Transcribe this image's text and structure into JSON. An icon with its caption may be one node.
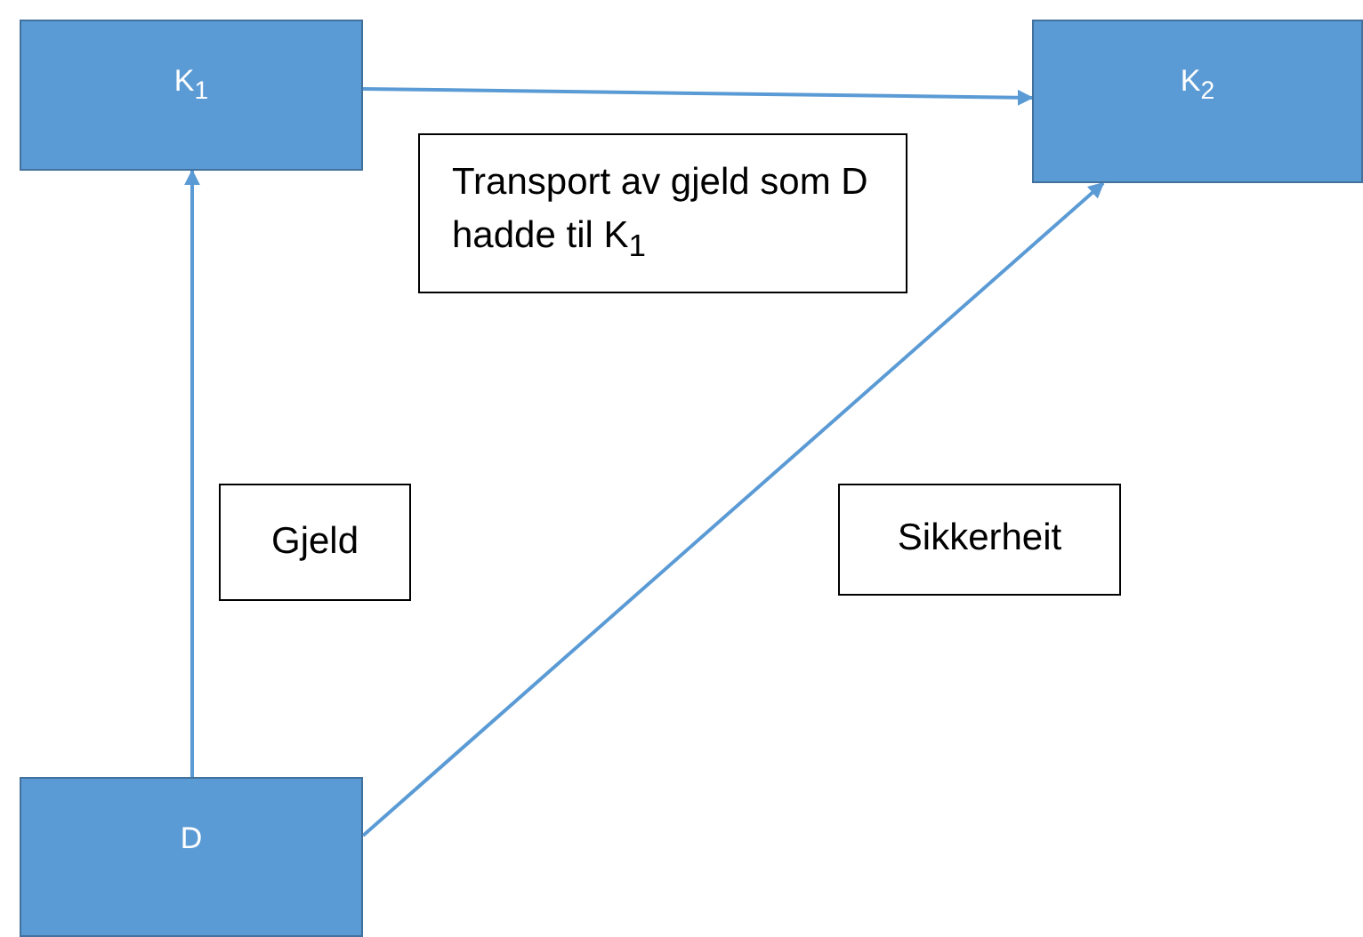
{
  "diagram": {
    "nodes": [
      {
        "text": [
          "K$_{1}$"
        ]
      },
      {
        "text": [
          "K$_{2}$"
        ]
      },
      {
        "text": [
          "Transport av gjeld som D hadde til K$_{1}$"
        ]
      },
      {
        "text": [
          "Gjeld"
        ]
      },
      {
        "text": [
          "Sikkerheit"
        ]
      },
      {
        "text": [
          "D"
        ]
      }
    ],
    "edges": [
      {
        "from": 0,
        "to": 1,
        "arrow": "to"
      },
      {
        "from": 5,
        "to": 0,
        "arrow": "to"
      },
      {
        "from": 5,
        "to": 1,
        "arrow": "to"
      }
    ]
  }
}
